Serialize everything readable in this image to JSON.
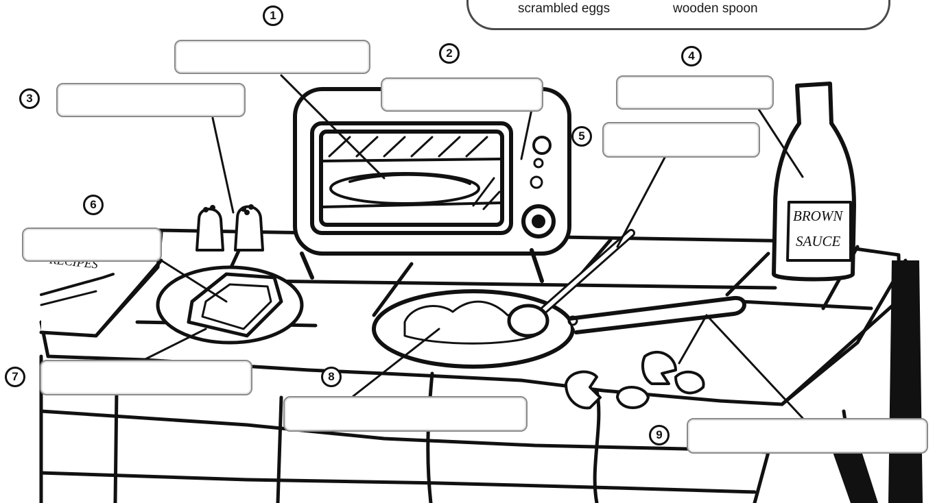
{
  "word_bank": {
    "words": [
      "scrambled eggs",
      "wooden spoon"
    ]
  },
  "labels": {
    "bottle_line1": "BROWN",
    "bottle_line2": "SAUCE",
    "book_title": "RECIPES"
  },
  "markers": [
    "1",
    "2",
    "3",
    "4",
    "5",
    "6",
    "7",
    "8",
    "9"
  ]
}
